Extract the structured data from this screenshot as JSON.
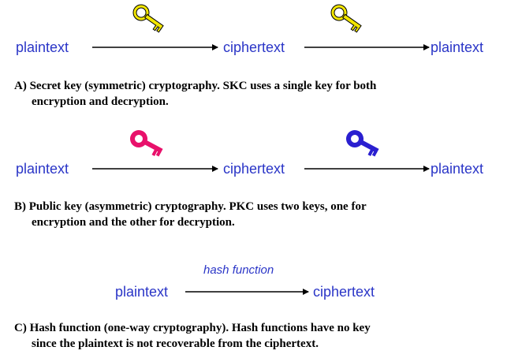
{
  "section_a": {
    "left": "plaintext",
    "middle": "ciphertext",
    "right": "plaintext",
    "key_color": "#f2e600",
    "caption_line1": "A) Secret key (symmetric) cryptography. SKC uses a single key for both",
    "caption_line2": "encryption and decryption."
  },
  "section_b": {
    "left": "plaintext",
    "middle": "ciphertext",
    "right": "plaintext",
    "key1_color": "#e8116b",
    "key2_color": "#2a1fd0",
    "caption_line1": "B) Public key (asymmetric) cryptography. PKC uses two keys, one for",
    "caption_line2": "encryption and the other for decryption."
  },
  "section_c": {
    "hash_label": "hash function",
    "left": "plaintext",
    "right": "ciphertext",
    "caption_line1": "C) Hash function (one-way cryptography). Hash functions have no key",
    "caption_line2": "since the plaintext is not recoverable from the ciphertext."
  },
  "colors": {
    "text_blue": "#2a35c7",
    "arrow": "#000000"
  }
}
